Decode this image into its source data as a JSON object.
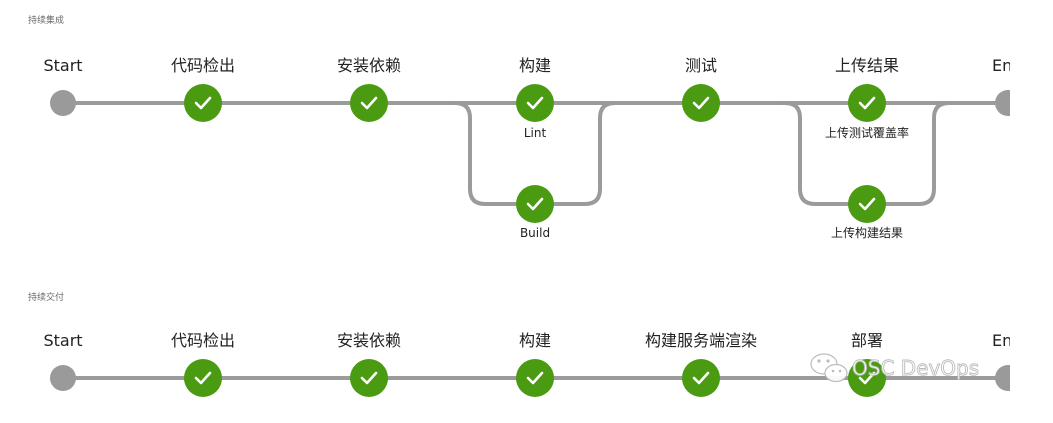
{
  "pipelines": [
    {
      "title": "持续集成",
      "start_label": "Start",
      "end_label": "En",
      "stages": [
        {
          "label": "代码检出",
          "status": "success",
          "steps": []
        },
        {
          "label": "安装依赖",
          "status": "success",
          "steps": []
        },
        {
          "label": "构建",
          "status": "success",
          "steps": [
            {
              "label": "Lint",
              "status": "success"
            },
            {
              "label": "Build",
              "status": "success"
            }
          ]
        },
        {
          "label": "测试",
          "status": "success",
          "steps": []
        },
        {
          "label": "上传结果",
          "status": "success",
          "steps": [
            {
              "label": "上传测试覆盖率",
              "status": "success"
            },
            {
              "label": "上传构建结果",
              "status": "success"
            }
          ]
        }
      ]
    },
    {
      "title": "持续交付",
      "start_label": "Start",
      "end_label": "En",
      "stages": [
        {
          "label": "代码检出",
          "status": "success",
          "steps": []
        },
        {
          "label": "安装依赖",
          "status": "success",
          "steps": []
        },
        {
          "label": "构建",
          "status": "success",
          "steps": []
        },
        {
          "label": "构建服务端渲染",
          "status": "success",
          "steps": []
        },
        {
          "label": "部署",
          "status": "success",
          "steps": []
        }
      ]
    }
  ],
  "watermark": {
    "text": "OSC DevOps",
    "icon": "wechat-icon"
  },
  "colors": {
    "success": "#4a9a12",
    "track": "#9b9b9b",
    "endpoint": "#9a9a9a"
  }
}
